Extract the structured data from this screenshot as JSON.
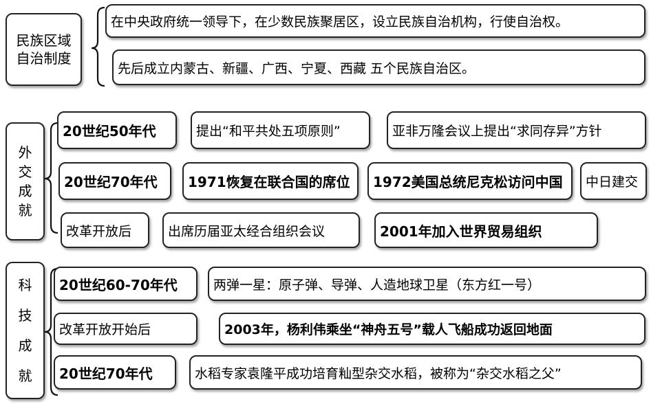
{
  "sections": [
    {
      "title": "民族区域自治制度",
      "title_lines": [
        "民族区域",
        "自治制度"
      ],
      "items": [
        "在中央政府统一领导下，在少数民族聚居区，设立民族自治机构，行使自治权。",
        "先后成立内蒙古、新疆、广西、宁夏、西藏 五个民族自治区。"
      ]
    },
    {
      "title": "外交成就",
      "rows": [
        {
          "period": "20世纪50年代",
          "items": [
            "提出“和平共处五项原则”",
            "亚非万隆会议上提出“求同存异”方针"
          ]
        },
        {
          "period": "20世纪70年代",
          "items": [
            "1971恢复在联合国的席位",
            "1972美国总统尼克松访问中国",
            "中日建交"
          ]
        },
        {
          "period": "改革开放后",
          "items": [
            "出席历届亚太经合组织会议",
            "2001年加入世界贸易组织"
          ]
        }
      ]
    },
    {
      "title": "科技成就",
      "rows": [
        {
          "period": "20世纪60-70年代",
          "items": [
            "两弹一星：原子弹、导弹、人造地球卫星（东方红一号）"
          ]
        },
        {
          "period": "改革开放开始后",
          "items": [
            "2003年，杨利伟乘坐“神舟五号”载人飞船成功返回地面"
          ]
        },
        {
          "period": "20世纪70年代",
          "items": [
            "水稻专家袁隆平成功培育籼型杂交水稻，被称为“杂交水稻之父”"
          ]
        }
      ]
    }
  ]
}
